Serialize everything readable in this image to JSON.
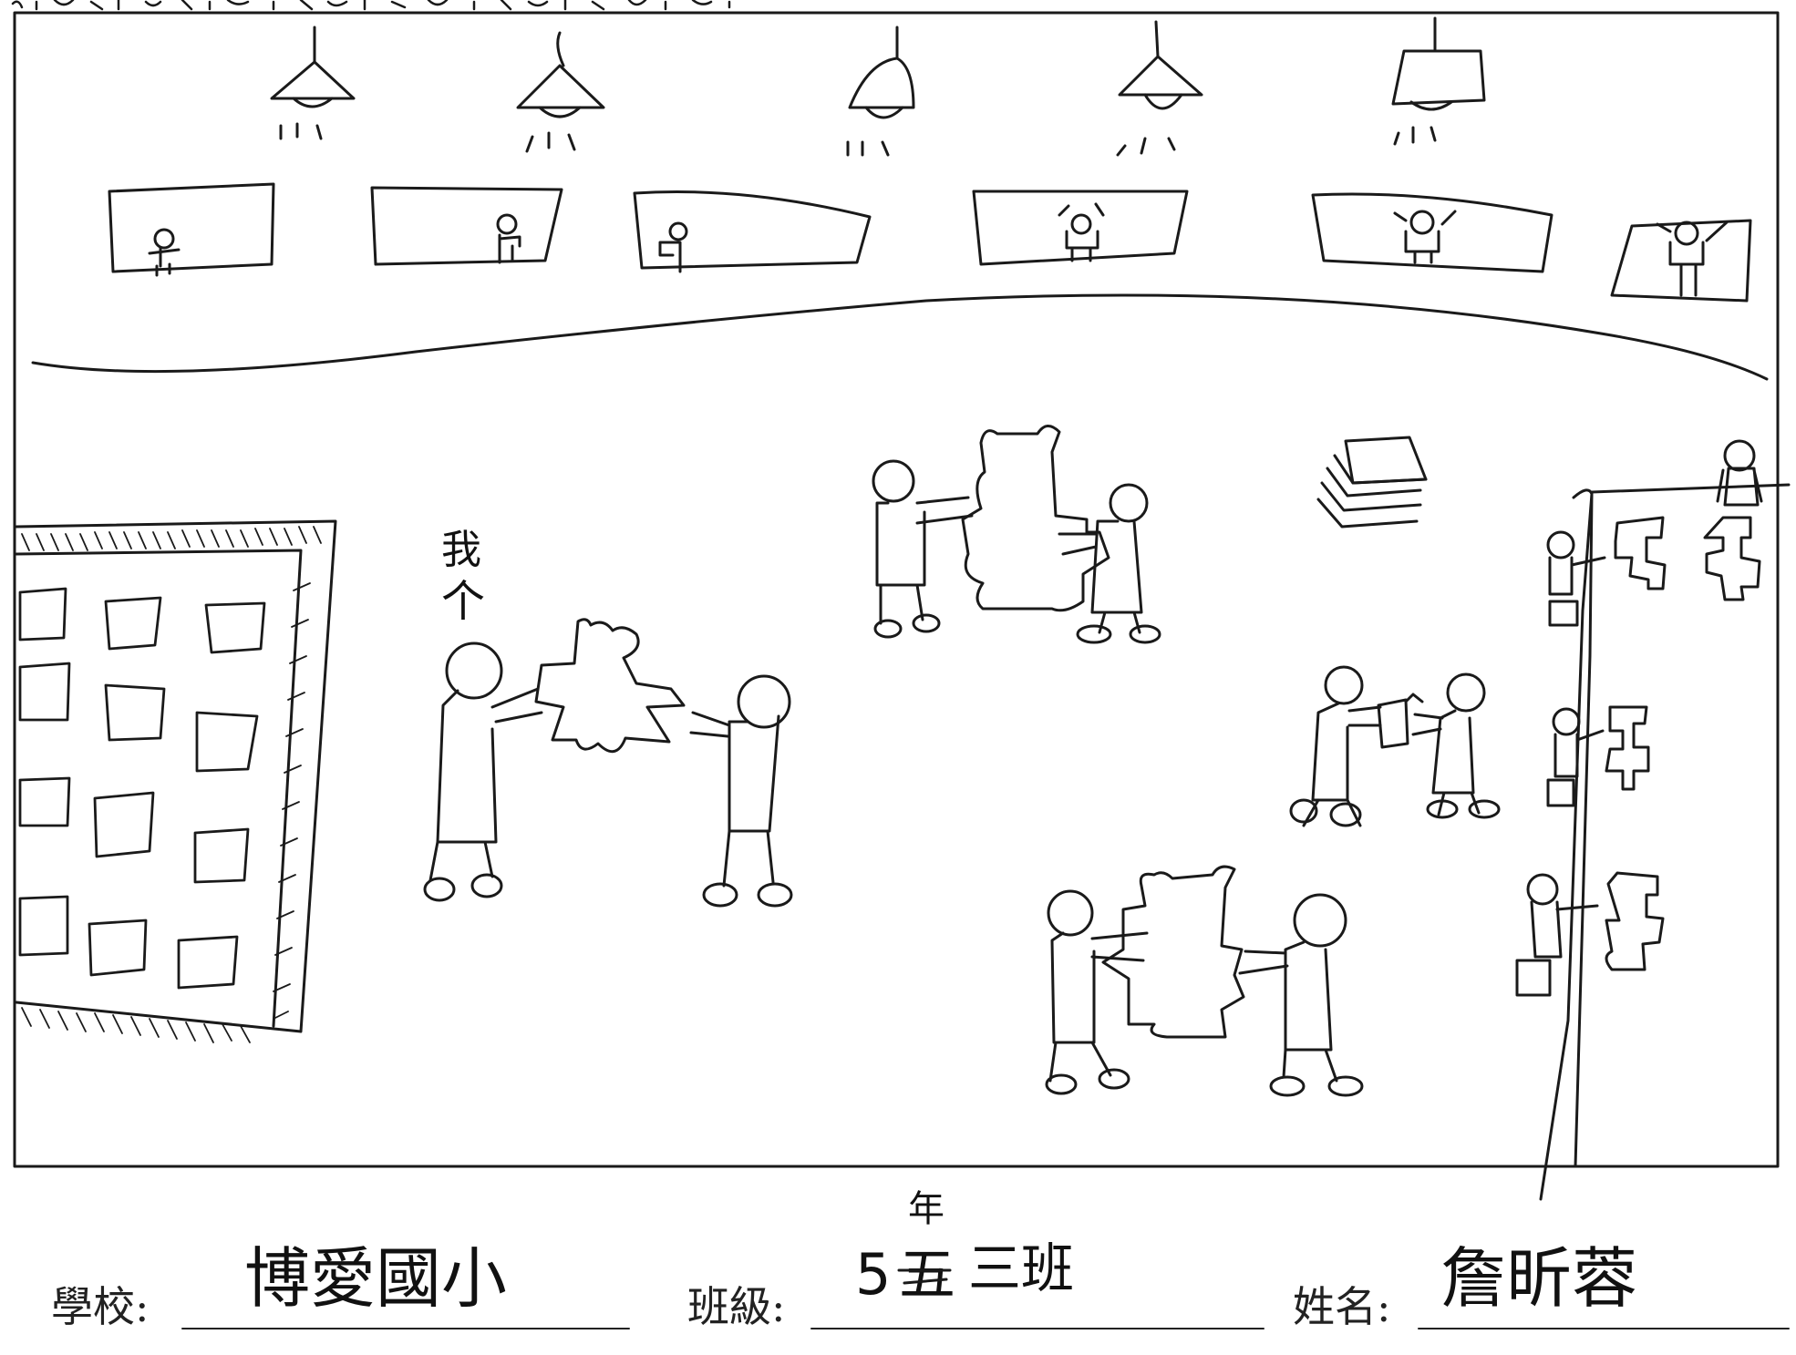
{
  "drawing": {
    "me_label": "我",
    "me_arrow": "个"
  },
  "form": {
    "school_label": "學校:",
    "school_value": "博愛國小",
    "class_label": "班級:",
    "class_superscript": "年",
    "class_value": "5",
    "class_crossed": "五",
    "class_suffix": "三班",
    "name_label": "姓名:",
    "name_value": "詹昕蓉"
  }
}
